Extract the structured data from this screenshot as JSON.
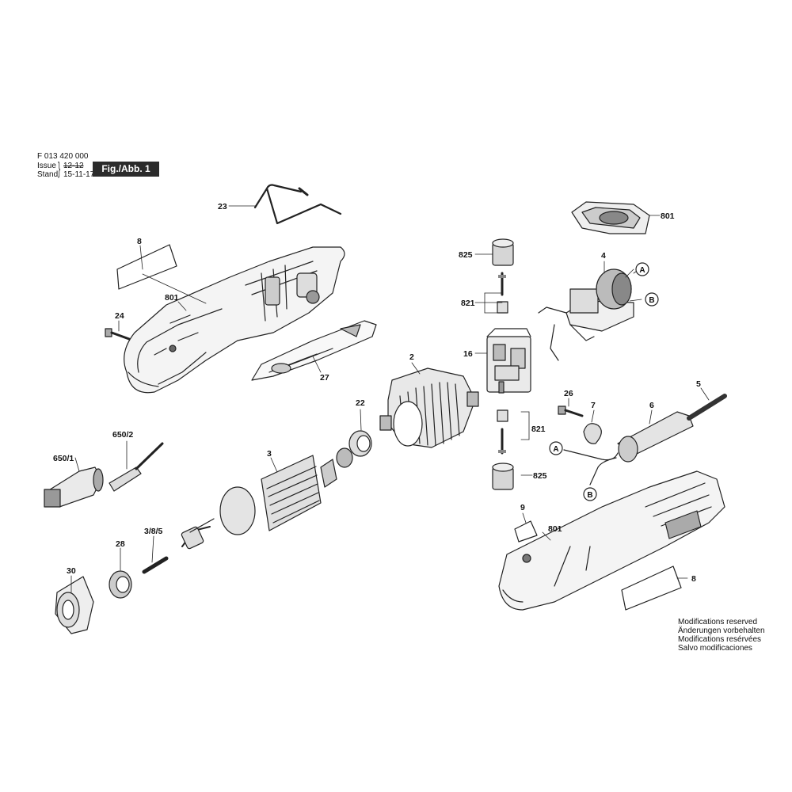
{
  "header": {
    "doc_number": "F 013 420 000",
    "issue_label": "Issue",
    "issue_value": "12-12",
    "stand_label": "Stand",
    "stand_value": "15-11-17",
    "figure_label": "Fig./Abb. 1"
  },
  "notes": [
    "Modifications reserved",
    "Änderungen vorbehalten",
    "Modifications resérvées",
    "Salvo modificaciones"
  ],
  "parts": {
    "p23": "23",
    "p8_top": "8",
    "p801_top": "801",
    "p24": "24",
    "p27": "27",
    "p825_top": "825",
    "p821_top": "821",
    "p16": "16",
    "p4": "4",
    "p801_right": "801",
    "p2": "2",
    "p22": "22",
    "p650_2": "650/2",
    "p650_1": "650/1",
    "p3": "3",
    "p26": "26",
    "p7": "7",
    "p6": "6",
    "p5": "5",
    "p821_bottom": "821",
    "p825_bottom": "825",
    "p9": "9",
    "p801_bottom": "801",
    "p8_bottom": "8",
    "p3_8_5": "3/8/5",
    "p28": "28",
    "p30": "30"
  },
  "connectors": {
    "a_top": "A",
    "b_top": "B",
    "a_bottom": "A",
    "b_bottom": "B"
  }
}
